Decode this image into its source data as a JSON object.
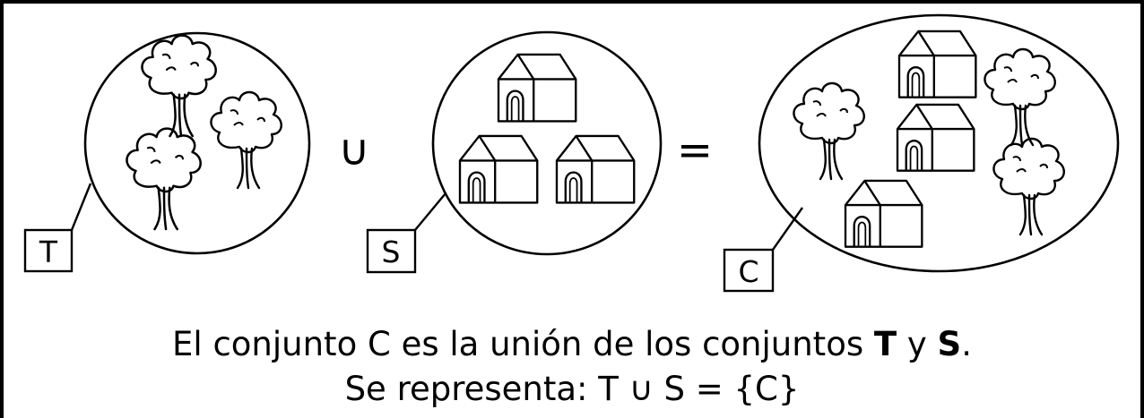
{
  "sets": {
    "t_label": "T",
    "s_label": "S",
    "c_label": "C"
  },
  "operators": {
    "union": "∪",
    "equals": "="
  },
  "caption": {
    "line1_prefix": "El conjunto C es la unión de los conjuntos ",
    "line1_t": "T",
    "line1_mid": " y ",
    "line1_s": "S",
    "line1_end": ".",
    "line2": "Se representa: T ∪ S = {C}"
  },
  "icons": {
    "tree": "tree-icon",
    "house": "house-icon"
  },
  "colors": {
    "ink": "#000000",
    "background": "#ffffff"
  }
}
